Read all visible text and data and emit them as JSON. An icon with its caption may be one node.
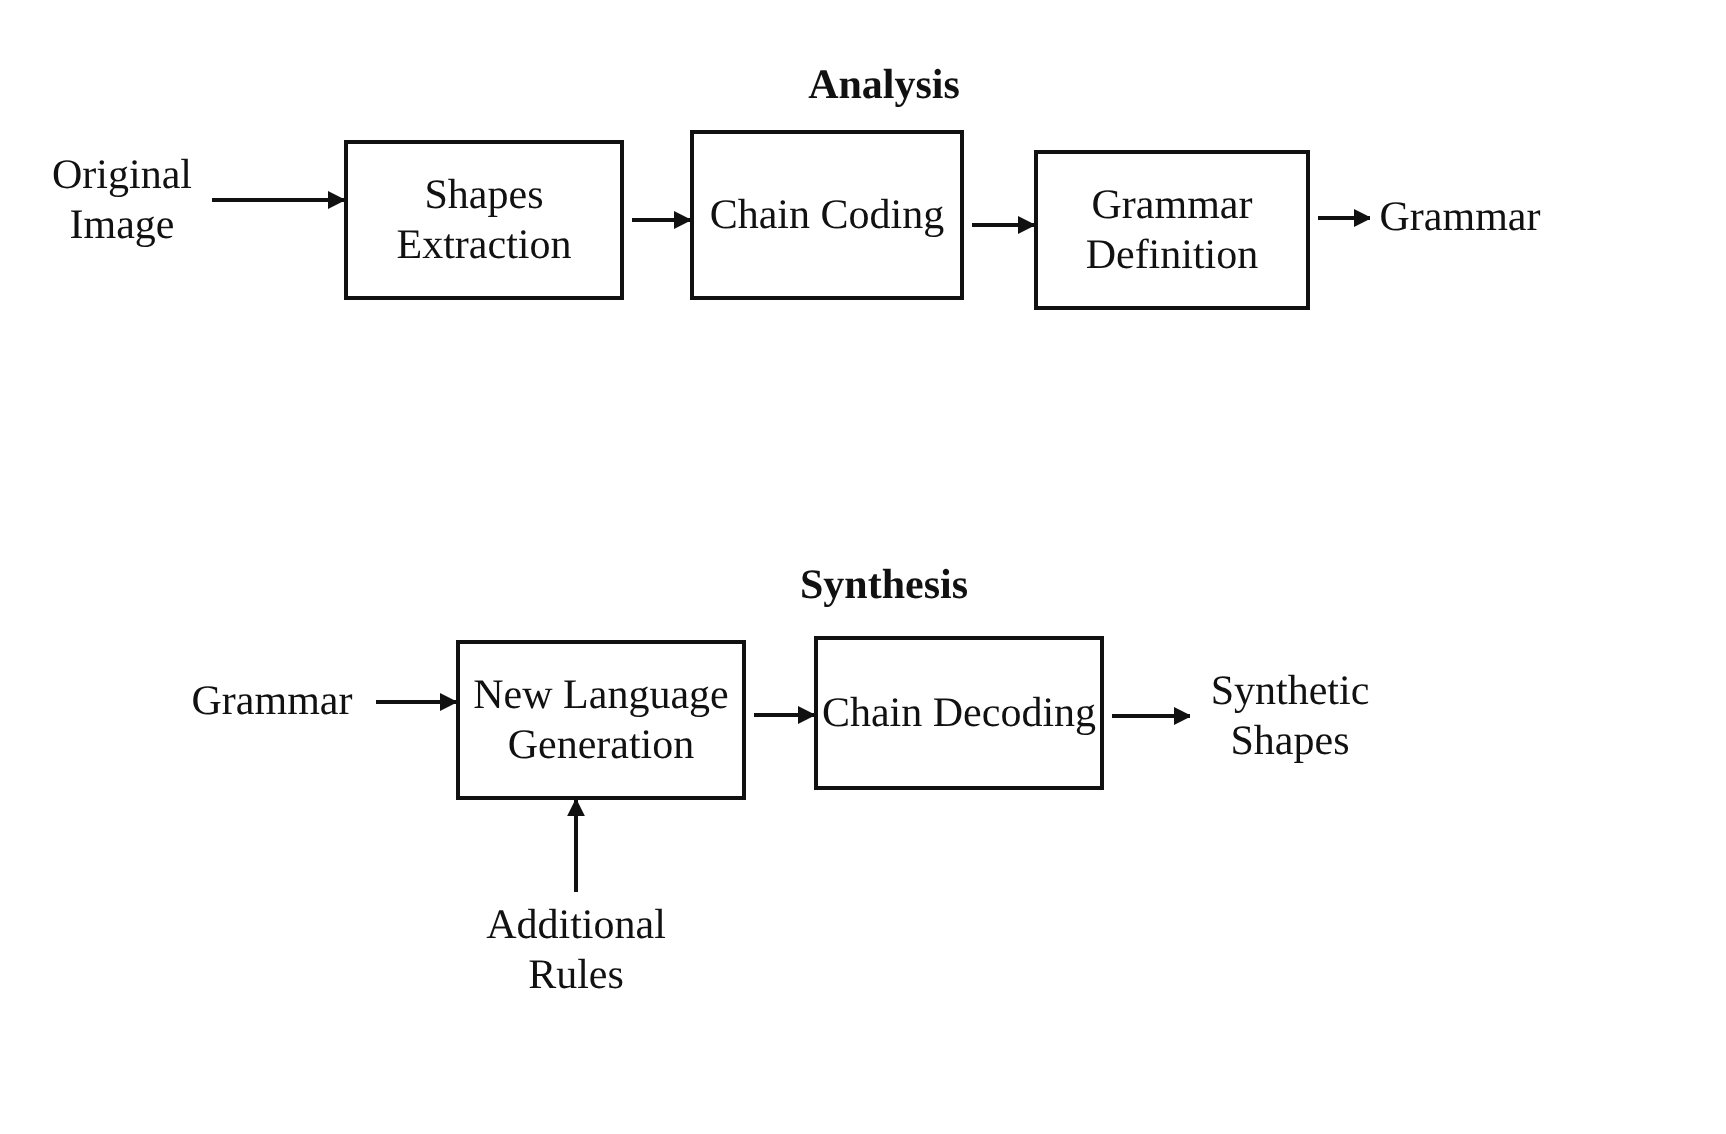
{
  "diagram": {
    "nodes": [
      {
        "text": [
          "Original Image"
        ]
      },
      {
        "text": [
          "Shapes Extraction"
        ]
      },
      {
        "text": [
          "Chain Coding"
        ]
      },
      {
        "text": [
          "Grammar Definition"
        ]
      },
      {
        "text": [
          "Grammar"
        ]
      },
      {
        "text": [
          "Grammar"
        ]
      },
      {
        "text": [
          "New Language Generation"
        ]
      },
      {
        "text": [
          "Chain Decoding"
        ]
      },
      {
        "text": [
          "Synthetic Shapes"
        ]
      },
      {
        "text": [
          "Additional Rules"
        ]
      }
    ],
    "edges": [
      {
        "from": 0,
        "to": 1,
        "arrow": "to"
      },
      {
        "from": 1,
        "to": 2,
        "arrow": "to"
      },
      {
        "from": 2,
        "to": 3,
        "arrow": "to"
      },
      {
        "from": 3,
        "to": 4,
        "arrow": "to"
      },
      {
        "from": 5,
        "to": 6,
        "arrow": "to"
      },
      {
        "from": 6,
        "to": 7,
        "arrow": "to"
      },
      {
        "from": 7,
        "to": 8,
        "arrow": "to"
      },
      {
        "from": 9,
        "to": 6,
        "arrow": "to"
      }
    ],
    "labels": [
      "Analysis",
      "Synthesis"
    ]
  }
}
